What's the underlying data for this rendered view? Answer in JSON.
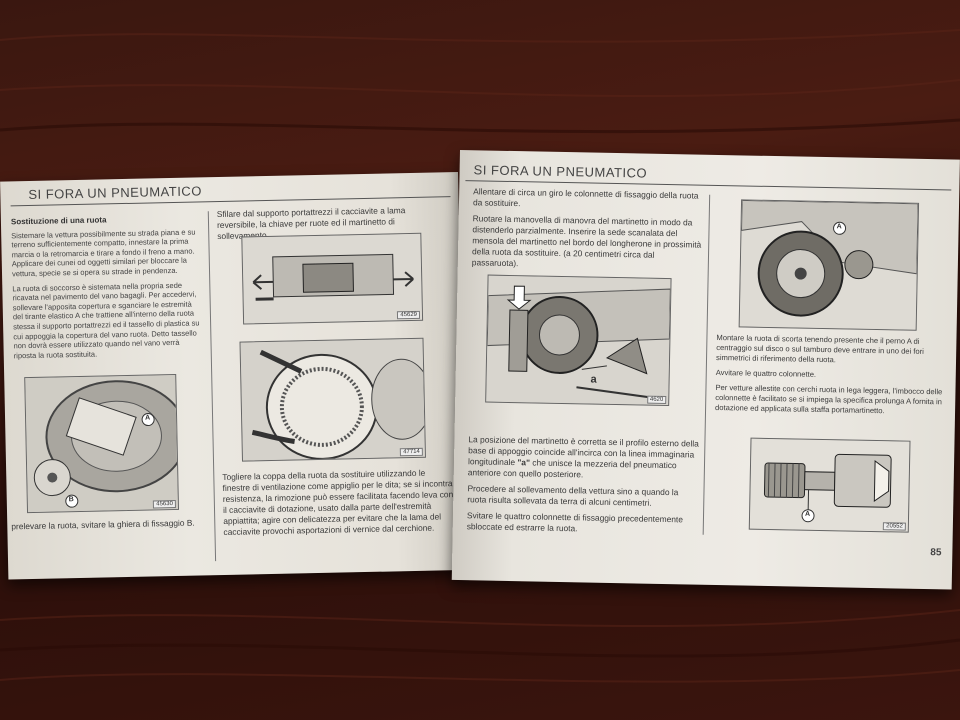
{
  "left_page": {
    "header": "SI FORA UN PNEUMATICO",
    "col1": {
      "heading": "Sostituzione di una ruota",
      "p1": "Sistemare la vettura possibilmente su strada piana e su terreno sufficientemente compatto, innestare la prima marcia o la retromarcia e tirare a fondo il freno a mano. Applicare dei cunei od oggetti similari per bloccare la vettura, specie se si opera su strade in pendenza.",
      "p2": "La ruota di soccorso è sistemata nella propria sede ricavata nel pavimento del vano bagagli. Per accedervi, sollevare l'apposita copertura e sganciare le estremità del tirante elastico A che trattiene all'interno della ruota stessa il supporto portattrezzi ed il tassello di plastica su cui appoggia la copertura del vano ruota. Detto tassello non dovrà essere utilizzato quando nel vano verrà riposta la ruota sostituita.",
      "caption": "prelevare la ruota, svitare la ghiera di fissaggio B.",
      "fig_code": "45630",
      "label_a": "A",
      "label_b": "B"
    },
    "col2": {
      "p1": "Sfilare dal supporto portattrezzi il cacciavite a lama reversibile, la chiave per ruote ed il martinetto di sollevamento.",
      "fig1_code": "45629",
      "fig2_code": "47714",
      "p2": "Togliere la coppa della ruota da sostituire utilizzando le finestre di ventilazione come appiglio per le dita; se si incontra resistenza, la rimozione può essere facilitata facendo leva con il cacciavite di dotazione, usato dalla parte dell'estremità appiattita; agire con delicatezza per evitare che la lama del cacciavite provochi asportazioni di vernice dal cerchione."
    }
  },
  "right_page": {
    "header": "SI FORA UN PNEUMATICO",
    "col1": {
      "p1": "Allentare di circa un giro le colonnette di fissaggio della ruota da sostituire.",
      "p2": "Ruotare la manovella di manovra del martinetto in modo da distenderlo parzialmente. Inserire la sede scanalata del mensola del martinetto nel bordo del longherone in prossimità della ruota da sostituire. (a 20 centimetri circa dal passaruota).",
      "fig_code": "4620",
      "label_a": "a",
      "p3_before": "La posizione del martinetto è corretta se il profilo esterno della base di appoggio coincide all'incirca con la linea immaginaria longitudinale ",
      "p3_bold": "\"a\"",
      "p3_after": " che unisce la mezzeria del pneumatico anteriore con quello posteriore.",
      "p4": "Procedere al sollevamento della vettura sino a quando la ruota risulta sollevata da terra di alcuni centimetri.",
      "p5": "Svitare le quattro colonnette di fissaggio precedentemente sbloccate ed estrarre la ruota."
    },
    "col2": {
      "fig1_label": "A",
      "p1": "Montare la ruota di scorta tenendo presente che il perno A di centraggio sul disco o sul tamburo deve entrare in uno dei fori simmetrici di riferimento della ruota.",
      "p2": "Avvitare le quattro colonnette.",
      "p3": "Per vetture allestite con cerchi ruota in lega leggera, l'imbocco delle colonnette è facilitato se si impiega la specifica prolunga A fornita in dotazione ed applicata sulla staffa portamartinetto.",
      "fig2_label": "A",
      "fig2_code": "20552"
    },
    "page_number": "85"
  }
}
